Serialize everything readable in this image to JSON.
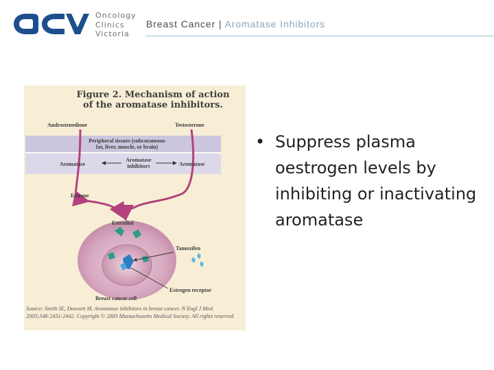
{
  "header": {
    "logo_mark": "OCV",
    "logo_words": [
      "Oncology",
      "Clinics",
      "Victoria"
    ],
    "title": "Breast Cancer",
    "separator": "|",
    "subtitle": "Aromatase Inhibitors",
    "brand_color": "#1d4f8c",
    "rule_color": "#9cc3d1"
  },
  "figure": {
    "title_line1": "Figure 2. Mechanism of action",
    "title_line2": "of the aromatase inhibitors.",
    "labels": {
      "androstenedione": "Androstenedione",
      "testosterone": "Testosterone",
      "peripheral_line1": "Peripheral tissues (subcutaneous",
      "peripheral_line2": "fat, liver, muscle, or brain)",
      "aromatase_left": "Aromatase",
      "inhibitors_line1": "Aromatase",
      "inhibitors_line2": "inhibitors",
      "aromatase_right": "Aromatase",
      "estrone": "Estrone",
      "estradiol": "Estradiol",
      "tamoxifen": "Tamoxifen",
      "estrogen_receptor": "Estrogen receptor",
      "breast_cancer_cell": "Breast cancer cell"
    },
    "source": "Source: Smith IE, Dowsett M. Aromatase inhibitors in breast cancer. N Engl J Med. 2003;348:2431-2442. Copyright © 2003 Massachusetts Medical Society. All rights reserved.",
    "colors": {
      "background": "#f7eed5",
      "band": "#c9c4dc",
      "arrow": "#b2417d",
      "cell": "#d9b0c6"
    }
  },
  "bullets": [
    {
      "marker": "•",
      "text": "Suppress plasma oestrogen levels by inhibiting or inactivating aromatase"
    }
  ]
}
